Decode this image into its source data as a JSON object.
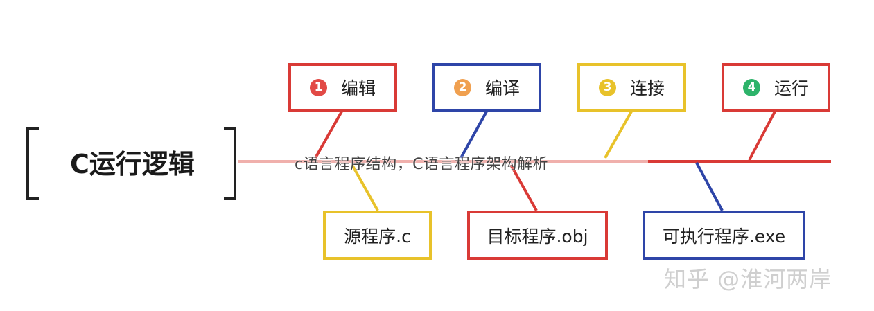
{
  "title": "C运行逻辑",
  "steps": [
    {
      "number": "1",
      "label": "编辑",
      "color": "#d93a36",
      "number_color": "#e24a46"
    },
    {
      "number": "2",
      "label": "编译",
      "color": "#2e45a8",
      "number_color": "#f0a050"
    },
    {
      "number": "3",
      "label": "连接",
      "color": "#e8c22a",
      "number_color": "#e8c22a"
    },
    {
      "number": "4",
      "label": "运行",
      "color": "#d93a36",
      "number_color": "#2db36a"
    }
  ],
  "results": [
    {
      "label": "源程序.c",
      "color": "#e8c22a"
    },
    {
      "label": "目标程序.obj",
      "color": "#d93a36"
    },
    {
      "label": "可执行程序.exe",
      "color": "#2e45a8"
    }
  ],
  "overlay_caption": "c语言程序结构，C语言程序架构解析",
  "watermark": "知乎 @淮河两岸"
}
